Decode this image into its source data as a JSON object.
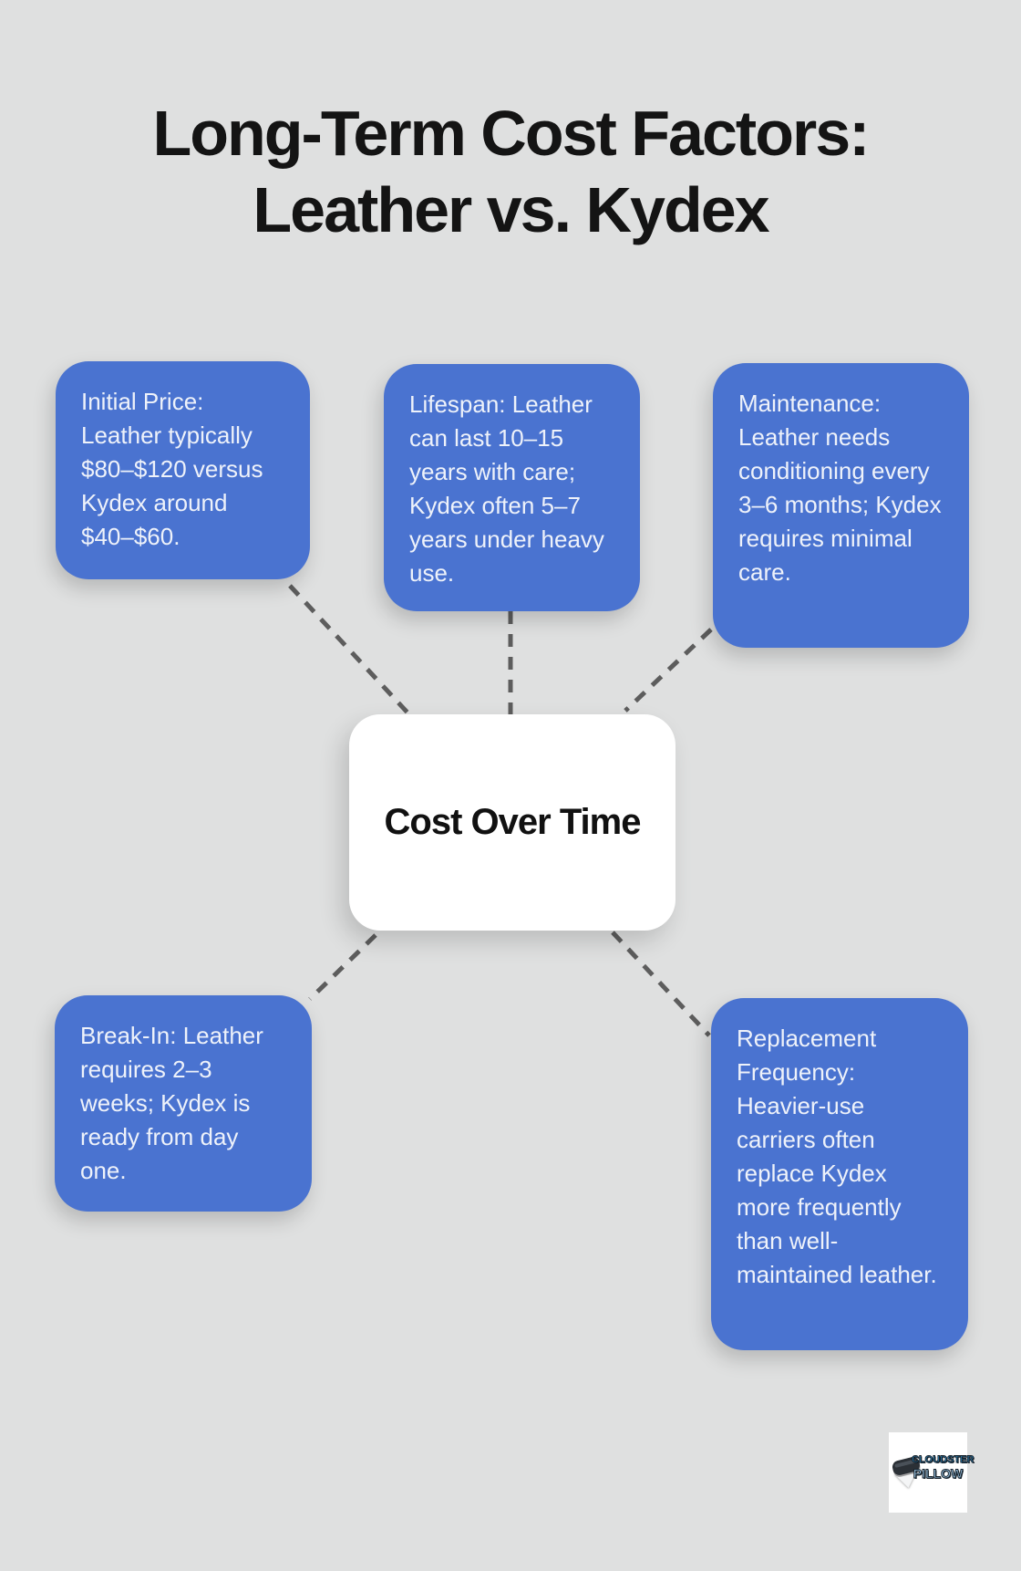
{
  "page": {
    "background_color": "#dfe0e0",
    "card_color": "#4a73d0",
    "card_text_color": "#eef2fa",
    "connector_color": "#5d5d5d",
    "title_color": "#141414"
  },
  "title": {
    "line1": "Long-Term Cost Factors:",
    "line2": "Leather vs. Kydex"
  },
  "center_node": {
    "label": "Cost Over Time"
  },
  "nodes": [
    {
      "id": "initial-price",
      "text": "Initial Price: Leather typically $80–$120 versus Kydex around $40–$60."
    },
    {
      "id": "lifespan",
      "text": "Lifespan: Leather can last 10–15 years with care; Kydex often 5–7 years under heavy use."
    },
    {
      "id": "maintenance",
      "text": "Maintenance: Leather needs conditioning every 3–6 months; Kydex requires minimal care."
    },
    {
      "id": "break-in",
      "text": "Break-In: Leather requires 2–3 weeks; Kydex is ready from day one."
    },
    {
      "id": "replacement-frequency",
      "text": "Replacement Frequency: Heavier-use carriers often replace Kydex more frequently than well-maintained leather."
    }
  ],
  "logo": {
    "brand_line1": "CLOUDSTER",
    "brand_line2": "PILLOW"
  }
}
